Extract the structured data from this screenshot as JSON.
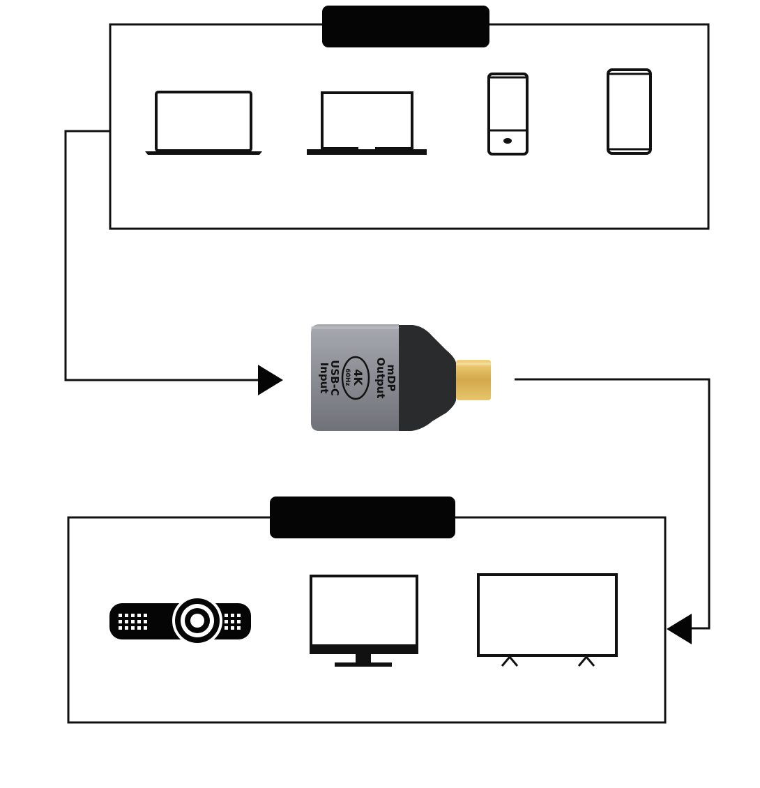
{
  "source_group": {
    "header_label": "",
    "devices": [
      {
        "icon": "laptop-macbook-icon"
      },
      {
        "icon": "laptop-windows-icon"
      },
      {
        "icon": "android-phone-icon"
      },
      {
        "icon": "iphone-icon"
      }
    ]
  },
  "adapter": {
    "badge_main": "4K",
    "badge_sub": "60Hz",
    "output_line1": "mDP",
    "output_line2": "Output",
    "input_line1": "USB-C",
    "input_line2": "Input",
    "body_color": "#8e9197",
    "boot_color": "#2a2b2d",
    "plug_color": "#d9b45a"
  },
  "display_group": {
    "header_label": "",
    "devices": [
      {
        "icon": "projector-icon"
      },
      {
        "icon": "monitor-icon"
      },
      {
        "icon": "tv-icon"
      }
    ]
  }
}
